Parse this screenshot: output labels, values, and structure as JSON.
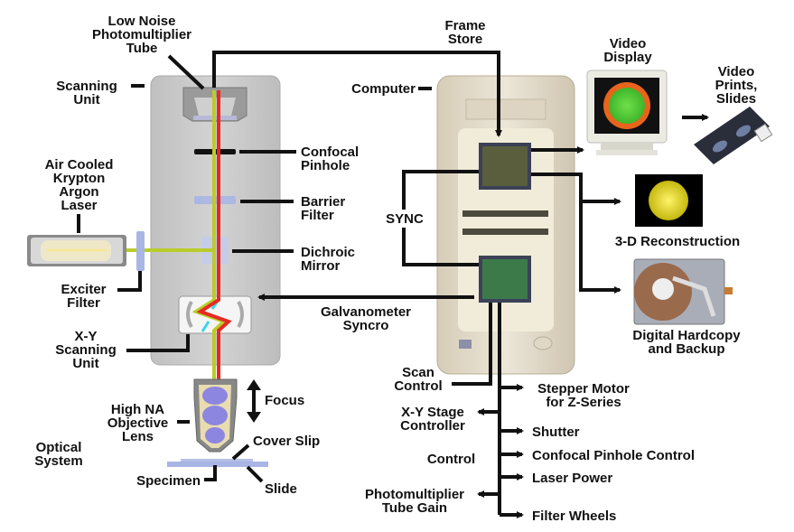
{
  "title": "Laser Scanning Confocal Microscope System Configuration",
  "labels": {
    "pmt": "Low Noise\nPhotomultiplier\nTube",
    "scanning_unit": "Scanning\nUnit",
    "laser": "Air Cooled\nKrypton\nArgon\nLaser",
    "exciter_filter": "Exciter\nFilter",
    "xy_scanning_unit": "X-Y\nScanning\nUnit",
    "confocal_pinhole": "Confocal\nPinhole",
    "barrier_filter": "Barrier\nFilter",
    "dichroic_mirror": "Dichroic\nMirror",
    "galvanometer_syncro": "Galvanometer\nSyncro",
    "sync": "SYNC",
    "frame_store": "Frame\nStore",
    "computer": "Computer",
    "video_display": "Video\nDisplay",
    "video_prints": "Video\nPrints,\nSlides",
    "reconstruction": "3-D Reconstruction",
    "hardcopy": "Digital Hardcopy\nand Backup",
    "focus": "Focus",
    "objective": "High NA\nObjective\nLens",
    "optical_system": "Optical\nSystem",
    "cover_slip": "Cover Slip",
    "specimen": "Specimen",
    "slide": "Slide",
    "scan_control": "Scan\nControl",
    "xy_stage": "X-Y Stage\nController",
    "control": "Control",
    "pmt_gain": "Photomultiplier\nTube Gain",
    "stepper_motor": "Stepper Motor\nfor Z-Series",
    "shutter": "Shutter",
    "pinhole_control": "Confocal Pinhole Control",
    "laser_power": "Laser Power",
    "filter_wheels": "Filter Wheels"
  },
  "colors": {
    "emission_beam": "#e52a24",
    "excitation_beam": "#b9cc2a",
    "scan_housing": "#c9c9c9",
    "computer_case": "#e4dccb",
    "filter_glass": "#a9b5e4",
    "mirror": "#39d5e6",
    "circuit_board": "#3c4157",
    "display_green": "#5fd43a",
    "display_orange": "#e8641c",
    "reconstruction_yellow": "#f0e51a",
    "disk_brown": "#9a6a4c",
    "connector": "#111111"
  }
}
